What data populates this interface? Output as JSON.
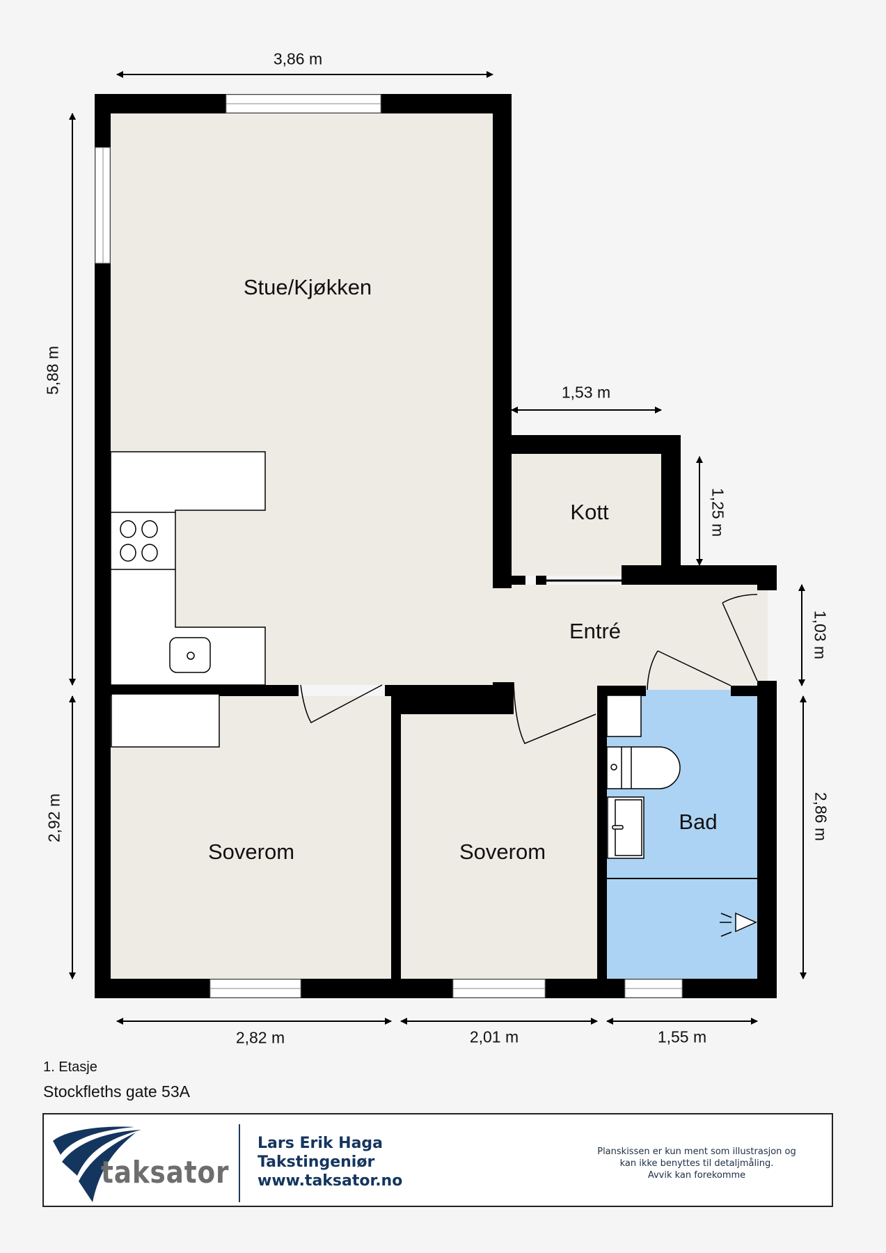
{
  "plan": {
    "rooms": [
      {
        "name": "Stue/Kjøkken"
      },
      {
        "name": "Kott"
      },
      {
        "name": "Entré"
      },
      {
        "name": "Soverom"
      },
      {
        "name": "Soverom"
      },
      {
        "name": "Bad"
      }
    ],
    "dimensions": {
      "top_width": "3,86 m",
      "left_height_upper": "5,88 m",
      "left_height_lower": "2,92 m",
      "kott_width": "1,53 m",
      "kott_height": "1,25 m",
      "entre_height": "1,03 m",
      "bad_height": "2,86 m",
      "bottom_width_1": "2,82 m",
      "bottom_width_2": "2,01 m",
      "bottom_width_3": "1,55 m"
    },
    "colors": {
      "wall": "#000000",
      "floor": "#eeebe5",
      "bathroom": "#acd3f3",
      "fixture": "#ffffff",
      "background": "#f5f5f5"
    }
  },
  "caption": {
    "floor": "1. Etasje",
    "address": "Stockfleths gate 53A"
  },
  "footer": {
    "logo_text": "taksator",
    "contact_name": "Lars Erik Haga",
    "contact_title": "Takstingeniør",
    "contact_website": "www.taksator.no",
    "disclaimer_line1": "Planskissen er kun ment som illustrasjon og",
    "disclaimer_line2": "kan ikke benyttes til detaljmåling.",
    "disclaimer_line3": "Avvik kan forekomme",
    "brand_color": "#14355e"
  }
}
